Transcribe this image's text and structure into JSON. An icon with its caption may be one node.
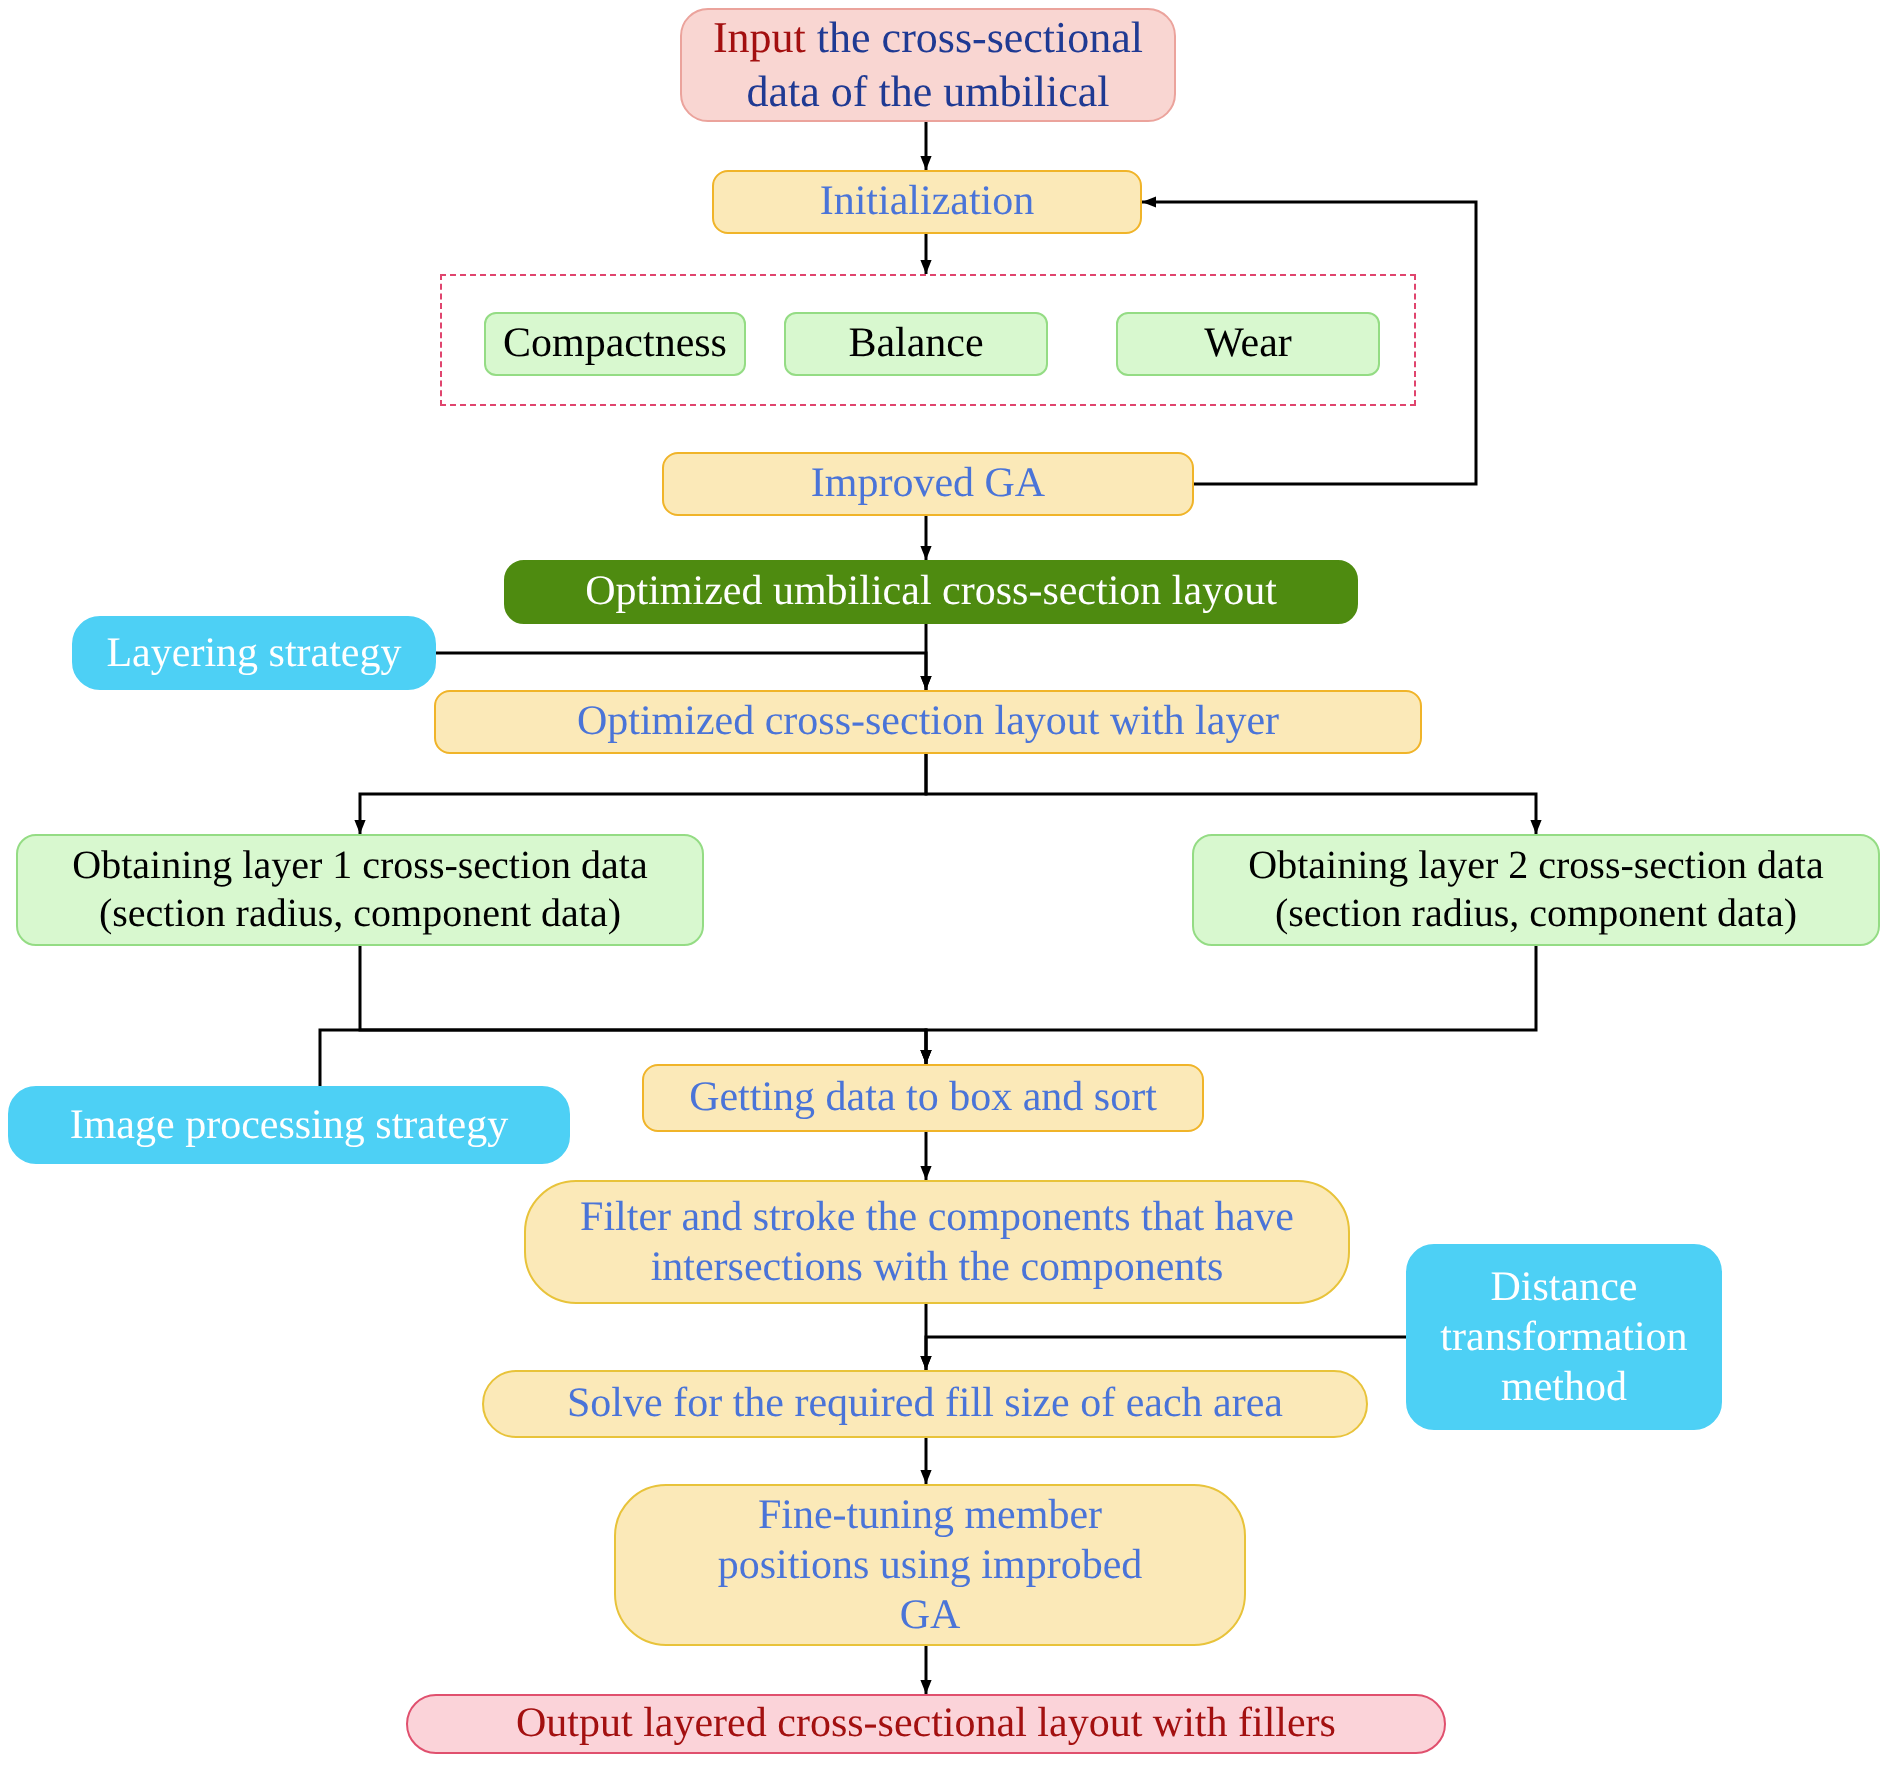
{
  "diagram": {
    "nodes": [
      {
        "text": [
          "Input the cross-sectional data of the umbilical"
        ]
      },
      {
        "text": [
          "Initialization"
        ]
      },
      {
        "text": [],
        "shape": "box"
      },
      {
        "text": [
          "Compactness"
        ],
        "in": 2
      },
      {
        "text": [
          "Balance"
        ],
        "in": 2
      },
      {
        "text": [
          "Wear"
        ],
        "in": 2
      },
      {
        "text": [
          "Improved GA"
        ]
      },
      {
        "text": [
          "Optimized umbilical cross-section layout"
        ]
      },
      {
        "text": [
          "Layering strategy"
        ]
      },
      {
        "text": [
          "Optimized cross-section layout with layer"
        ]
      },
      {
        "text": [
          "Obtaining layer 1 cross-section data",
          "(section radius, component data)"
        ]
      },
      {
        "text": [
          "Obtaining layer 2 cross-section data",
          "(section radius, component data)"
        ]
      },
      {
        "text": [
          "Image processing strategy"
        ]
      },
      {
        "text": [
          "Getting data to box and sort"
        ]
      },
      {
        "text": [
          "Filter and stroke the components that have intersections with the components"
        ]
      },
      {
        "text": [
          "Distance transformation method"
        ]
      },
      {
        "text": [
          "Solve for the required fill size of each area"
        ]
      },
      {
        "text": [
          "Fine-tuning member positions using improbed GA"
        ]
      },
      {
        "text": [
          "Output layered cross-sectional layout with fillers"
        ]
      }
    ],
    "edges": [
      {
        "from": 0,
        "to": 1,
        "arrow": "to"
      },
      {
        "from": 1,
        "to": 2,
        "arrow": "to"
      },
      {
        "from": 6,
        "to": 1,
        "arrow": "to"
      },
      {
        "from": 6,
        "to": 7,
        "arrow": "to"
      },
      {
        "from": 7,
        "to": 9,
        "arrow": "to"
      },
      {
        "from": 8,
        "to": 9,
        "arrow": "to"
      },
      {
        "from": 9,
        "to": 10,
        "arrow": "to"
      },
      {
        "from": 9,
        "to": 11,
        "arrow": "to"
      },
      {
        "from": 10,
        "to": 13,
        "arrow": "to"
      },
      {
        "from": 11,
        "to": 13,
        "arrow": "to"
      },
      {
        "from": 12,
        "to": 13,
        "arrow": "to"
      },
      {
        "from": 13,
        "to": 14,
        "arrow": "to"
      },
      {
        "from": 14,
        "to": 16,
        "arrow": "to"
      },
      {
        "from": 15,
        "to": 16,
        "arrow": "to"
      },
      {
        "from": 16,
        "to": 17,
        "arrow": "to"
      },
      {
        "from": 17,
        "to": 18,
        "arrow": "to"
      }
    ]
  }
}
